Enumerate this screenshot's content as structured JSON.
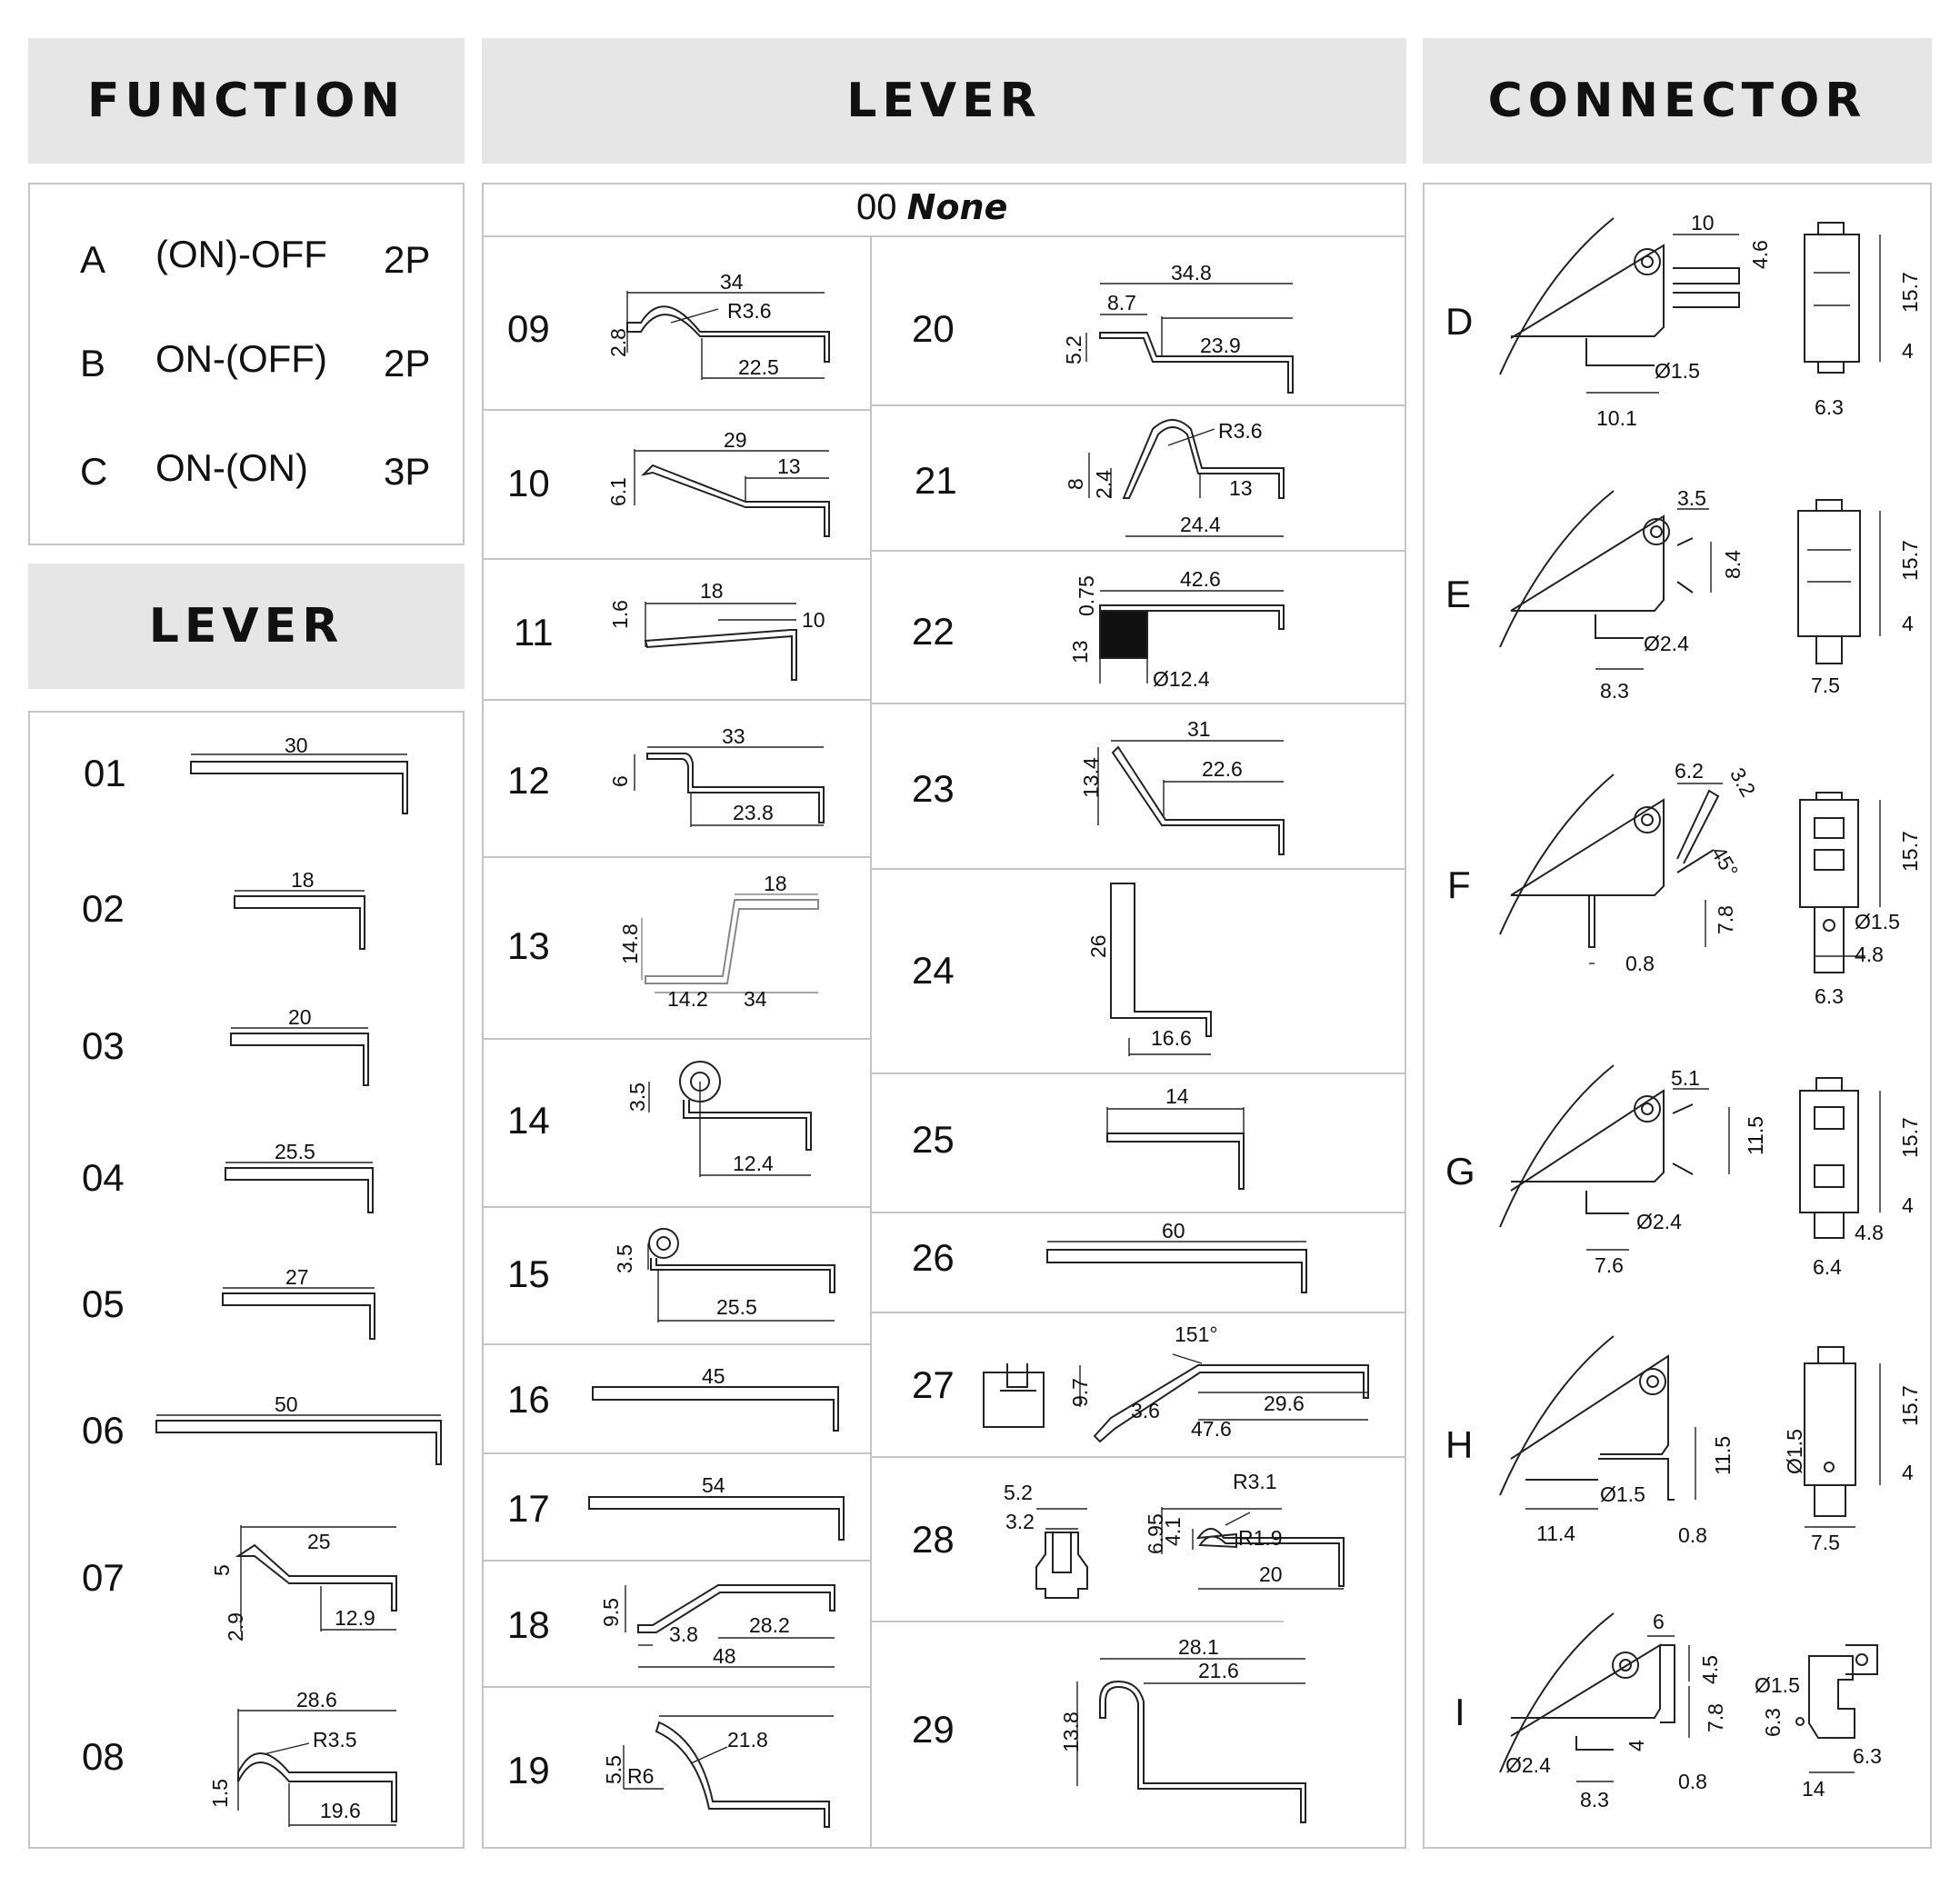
{
  "headers": {
    "function": "FUNCTION",
    "lever_main": "LEVER",
    "connector": "CONNECTOR",
    "lever_left": "LEVER"
  },
  "functions": [
    {
      "code": "A",
      "label": "(ON)-OFF",
      "pins": "2P"
    },
    {
      "code": "B",
      "label": "ON-(OFF)",
      "pins": "2P"
    },
    {
      "code": "C",
      "label": "ON-(ON)",
      "pins": "3P"
    }
  ],
  "none_option": {
    "code": "00",
    "label": "None"
  },
  "levers_left": [
    {
      "code": "01",
      "dims": [
        "30"
      ]
    },
    {
      "code": "02",
      "dims": [
        "18"
      ]
    },
    {
      "code": "03",
      "dims": [
        "20"
      ]
    },
    {
      "code": "04",
      "dims": [
        "25.5"
      ]
    },
    {
      "code": "05",
      "dims": [
        "27"
      ]
    },
    {
      "code": "06",
      "dims": [
        "50"
      ]
    },
    {
      "code": "07",
      "dims": [
        "25",
        "5",
        "2.9",
        "12.9"
      ]
    },
    {
      "code": "08",
      "dims": [
        "28.6",
        "R3.5",
        "1.5",
        "19.6"
      ]
    }
  ],
  "levers_mid": [
    {
      "code": "09",
      "dims": [
        "34",
        "R3.6",
        "2.8",
        "22.5"
      ]
    },
    {
      "code": "10",
      "dims": [
        "29",
        "13",
        "6.1"
      ]
    },
    {
      "code": "11",
      "dims": [
        "18",
        "1.6",
        "10"
      ]
    },
    {
      "code": "12",
      "dims": [
        "33",
        "6",
        "23.8"
      ]
    },
    {
      "code": "13",
      "dims": [
        "18",
        "14.8",
        "14.2",
        "34"
      ]
    },
    {
      "code": "14",
      "dims": [
        "3.5",
        "12.4"
      ]
    },
    {
      "code": "15",
      "dims": [
        "3.5",
        "25.5"
      ]
    },
    {
      "code": "16",
      "dims": [
        "45"
      ]
    },
    {
      "code": "17",
      "dims": [
        "54"
      ]
    },
    {
      "code": "18",
      "dims": [
        "9.5",
        "3.8",
        "28.2",
        "48"
      ]
    },
    {
      "code": "19",
      "dims": [
        "21.8",
        "5.5",
        "R6"
      ]
    }
  ],
  "levers_right": [
    {
      "code": "20",
      "dims": [
        "34.8",
        "8.7",
        "5.2",
        "23.9"
      ]
    },
    {
      "code": "21",
      "dims": [
        "R3.6",
        "8",
        "2.4",
        "13",
        "24.4"
      ]
    },
    {
      "code": "22",
      "dims": [
        "42.6",
        "0.75",
        "13",
        "Ø12.4"
      ]
    },
    {
      "code": "23",
      "dims": [
        "31",
        "22.6",
        "13.4"
      ]
    },
    {
      "code": "24",
      "dims": [
        "26",
        "16.6"
      ]
    },
    {
      "code": "25",
      "dims": [
        "14"
      ]
    },
    {
      "code": "26",
      "dims": [
        "60"
      ]
    },
    {
      "code": "27",
      "dims": [
        "151°",
        "9.7",
        "3.6",
        "29.6",
        "47.6"
      ]
    },
    {
      "code": "28",
      "dims": [
        "5.2",
        "3.2",
        "R3.1",
        "6.95",
        "4.1",
        "R1.9",
        "20"
      ]
    },
    {
      "code": "29",
      "dims": [
        "28.1",
        "21.6",
        "13.8"
      ]
    }
  ],
  "connectors": [
    {
      "code": "D",
      "dims": [
        "10",
        "4.6",
        "Ø1.5",
        "10.1",
        "15.7",
        "4",
        "6.3"
      ]
    },
    {
      "code": "E",
      "dims": [
        "3.5",
        "8.4",
        "Ø2.4",
        "8.3",
        "15.7",
        "4",
        "7.5"
      ]
    },
    {
      "code": "F",
      "dims": [
        "6.2",
        "3.2",
        "45°",
        "7.8",
        "0.8",
        "15.7",
        "Ø1.5",
        "4.8",
        "6.3"
      ]
    },
    {
      "code": "G",
      "dims": [
        "5.1",
        "11.5",
        "Ø2.4",
        "7.6",
        "15.7",
        "4",
        "4.8",
        "6.4"
      ]
    },
    {
      "code": "H",
      "dims": [
        "11.5",
        "Ø1.5",
        "11.4",
        "0.8",
        "Ø1.5",
        "15.7",
        "4",
        "7.5"
      ]
    },
    {
      "code": "I",
      "dims": [
        "6",
        "4.5",
        "7.8",
        "4",
        "Ø2.4",
        "8.3",
        "0.8",
        "Ø1.5",
        "6.3",
        "6.3",
        "14"
      ]
    }
  ]
}
